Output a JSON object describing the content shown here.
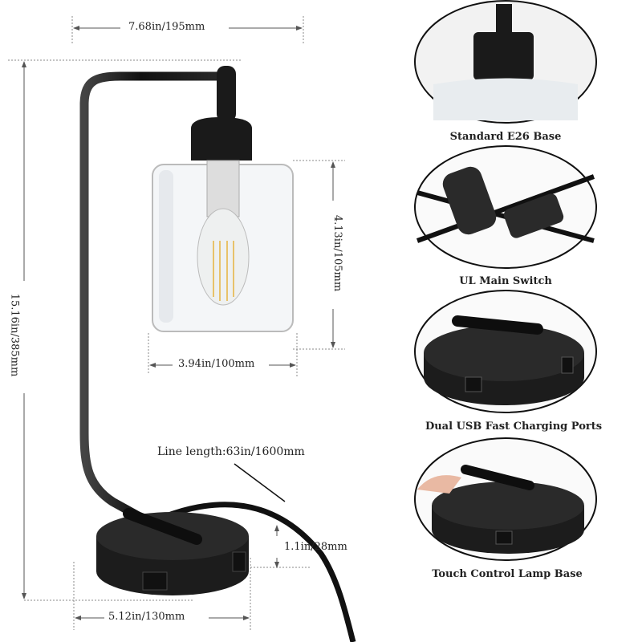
{
  "dimensions": {
    "width": "7.68in/195mm",
    "height": "15.16in/385mm",
    "shade_height": "4.13in/105mm",
    "shade_width": "3.94in/100mm",
    "line_length": "Line length:63in/1600mm",
    "base_height": "1.1in/28mm",
    "base_width": "5.12in/130mm"
  },
  "features": [
    {
      "caption": "Standard E26 Base"
    },
    {
      "caption": "UL Main Switch"
    },
    {
      "caption": "Dual USB Fast Charging Ports"
    },
    {
      "caption": "Touch Control Lamp Base"
    }
  ],
  "colors": {
    "lamp": "#1a1a1a",
    "dimension_line": "#888888"
  }
}
